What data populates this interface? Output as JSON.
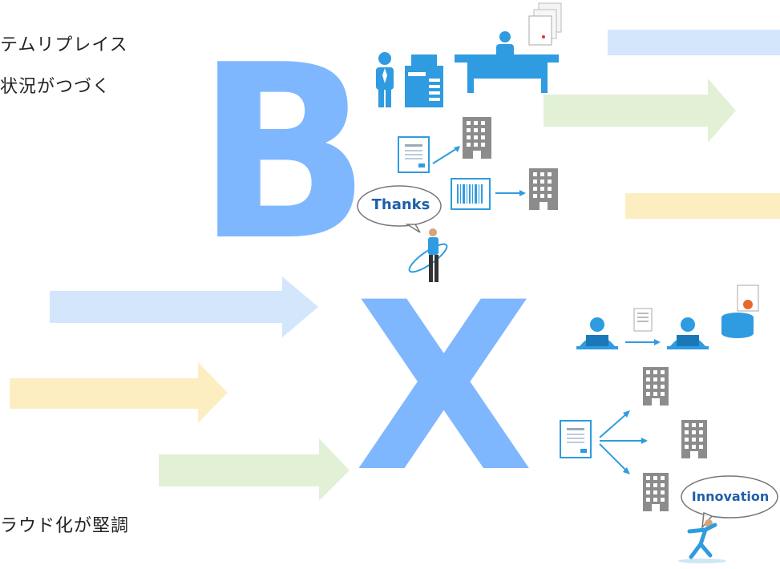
{
  "texts": {
    "line1": "テムリプレイス",
    "line2": "状況がつづく",
    "line3": "ラウド化が堅調"
  },
  "letters": {
    "b": "B",
    "x": "X"
  },
  "bubbles": {
    "thanks": "Thanks",
    "innovation": "Innovation"
  },
  "colors": {
    "blue_band": "#d3e6fc",
    "yellow_band": "#fdeec2",
    "green_band": "#e2f1d6",
    "letter_blue": "#7fb7ff",
    "icon_blue": "#2f9be0",
    "icon_gray": "#8c8c8c"
  }
}
